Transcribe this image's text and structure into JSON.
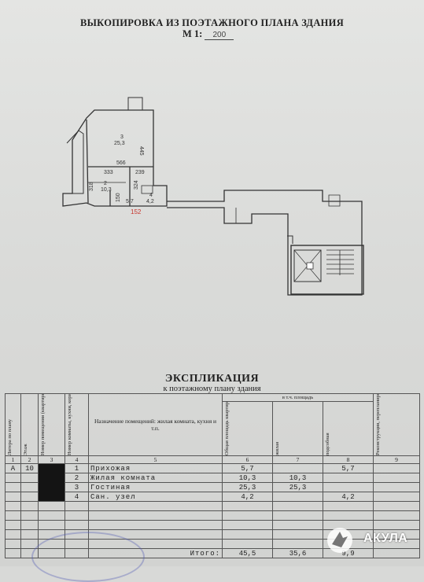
{
  "header": {
    "title": "ВЫКОПИРОВКА ИЗ ПОЭТАЖНОГО ПЛАНА ЗДАНИЯ",
    "scale_label": "М 1:",
    "scale_value": "200"
  },
  "plan": {
    "room3": {
      "num": "3",
      "area": "25,3"
    },
    "room2": {
      "num": "2",
      "area": "10,3"
    },
    "room1": {
      "num": "1",
      "area": "5,7"
    },
    "room4": {
      "num": "4",
      "area": "4,2"
    },
    "dims": {
      "d445": "445",
      "d566": "566",
      "d333": "333",
      "d239": "239",
      "d318": "318",
      "d324": "324",
      "d150": "150"
    },
    "red_label": "152"
  },
  "explication": {
    "title": "ЭКСПЛИКАЦИЯ",
    "subtitle": "к поэтажному плану здания",
    "headers": {
      "litera": "Литера по плану",
      "etazh": "Этаж",
      "nom_pom": "Номер помещения (квартиры)",
      "nom_komn": "Номер комнаты, кухни, корид. и т.п.",
      "naznach": "Назначение помещений: жилая комната, кухня и т.п.",
      "vtch": "в т.ч. площадь",
      "obsh": "Общая площадь квартиры",
      "zhil": "жилая",
      "podsob": "подсобная",
      "rekon": "Реконструкция, перепланировка, переустройство"
    },
    "col_numbers": [
      "1",
      "2",
      "3",
      "4",
      "5",
      "6",
      "7",
      "8",
      "9"
    ],
    "litera": "А",
    "etazh": "10",
    "rows": [
      {
        "n": "1",
        "name": "Прихожая",
        "obsh": "5,7",
        "zhil": "",
        "podsob": "5,7"
      },
      {
        "n": "2",
        "name": "Жилая комната",
        "obsh": "10,3",
        "zhil": "10,3",
        "podsob": ""
      },
      {
        "n": "3",
        "name": "Гостиная",
        "obsh": "25,3",
        "zhil": "25,3",
        "podsob": ""
      },
      {
        "n": "4",
        "name": "Сан. узел",
        "obsh": "4,2",
        "zhil": "",
        "podsob": "4,2"
      }
    ],
    "total": {
      "label": "Итого:",
      "obsh": "45,5",
      "zhil": "35,6",
      "podsob": "9,9"
    }
  },
  "watermark": {
    "brand": "АКУЛА"
  }
}
